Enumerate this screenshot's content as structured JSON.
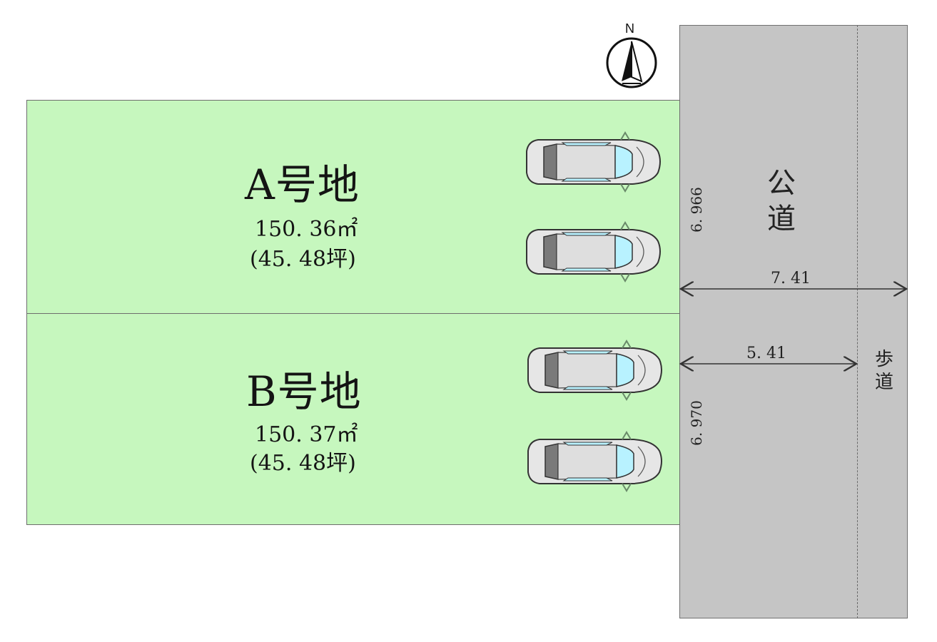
{
  "compass": {
    "label": "N",
    "icon": "north-arrow-icon"
  },
  "lots": [
    {
      "name": "A号地",
      "area": "150. 36㎡",
      "tsubo": "(45. 48坪)"
    },
    {
      "name": "B号地",
      "area": "150. 37㎡",
      "tsubo": "(45. 48坪)"
    }
  ],
  "road": {
    "label_line1": "公",
    "label_line2": "道"
  },
  "sidewalk": {
    "label_line1": "歩",
    "label_line2": "道"
  },
  "dimensions": {
    "frontage_a": "6. 966",
    "frontage_b": "6. 970",
    "road_total_width": "7. 41",
    "roadway_width": "5. 41"
  },
  "parking": {
    "icon": "car-icon",
    "count_per_lot": 2
  },
  "colors": {
    "lot_fill": "#c6f7be",
    "road_fill": "#c5c5c5",
    "car_glass": "#b8f2ff"
  }
}
